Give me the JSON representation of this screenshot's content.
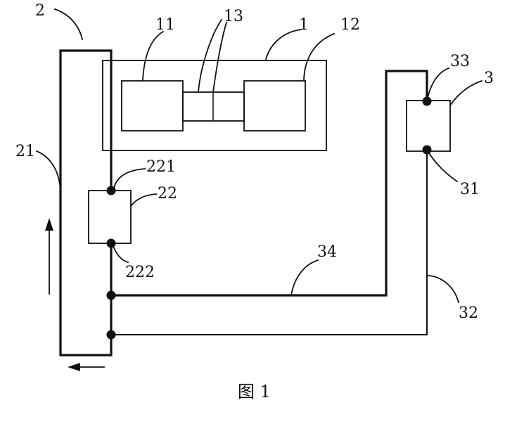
{
  "labels": {
    "n1": "1",
    "n11": "11",
    "n12": "12",
    "n13": "13",
    "n2": "2",
    "n21": "21",
    "n22": "22",
    "n221": "221",
    "n222": "222",
    "n3": "3",
    "n31": "31",
    "n32": "32",
    "n33": "33",
    "n34": "34"
  },
  "caption": "图 1"
}
